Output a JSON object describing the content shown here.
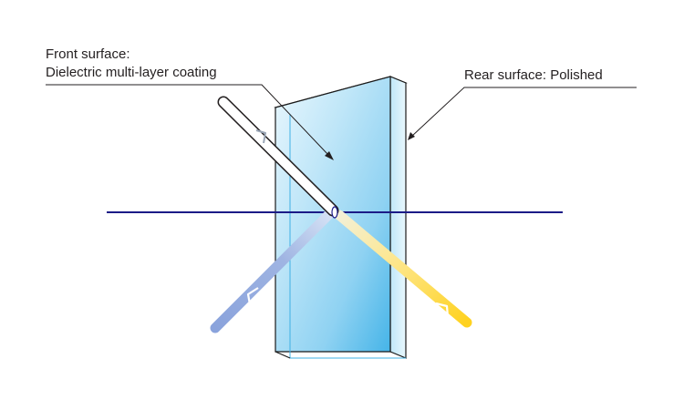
{
  "labels": {
    "front_line1": "Front surface:",
    "front_line2": "Dielectric multi-layer coating",
    "rear": "Rear surface: Polished"
  },
  "colors": {
    "glass_front": "#7ec8ee",
    "glass_light": "#e6f5fd",
    "glass_edge": "#2aa7e1",
    "axis_line": "#1b1b87",
    "incident_beam_outline": "#231f20",
    "reflected_beam": "#8aa3dc",
    "transmitted_beam": "#ffd21f",
    "leader_line": "#231f20"
  },
  "icons": {
    "incident": "arrow-icon",
    "reflected": "arrow-icon",
    "transmitted": "arrow-icon"
  }
}
